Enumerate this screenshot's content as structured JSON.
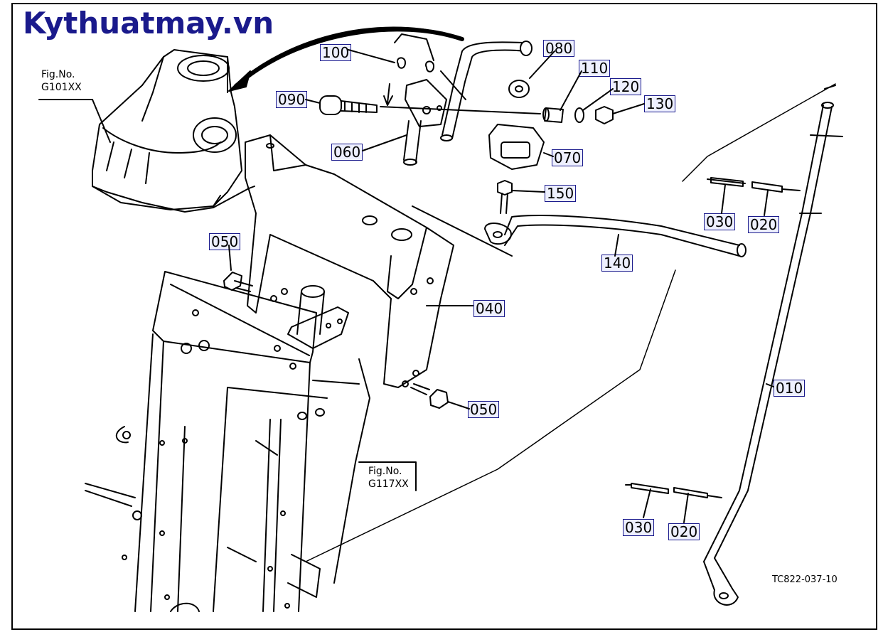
{
  "brand": "Kythuatmay.vn",
  "refs": [
    {
      "id": "fig-ref-top",
      "label": "Fig.No.",
      "value": "G101XX"
    },
    {
      "id": "fig-ref-bottom",
      "label": "Fig.No.",
      "value": "G117XX"
    }
  ],
  "drawing_code": "TC822-037-10",
  "parts": [
    "100",
    "080",
    "110",
    "120",
    "130",
    "090",
    "060",
    "070",
    "150",
    "030",
    "020",
    "050",
    "140",
    "040",
    "010",
    "050",
    "030",
    "020"
  ],
  "colors": {
    "brand": "#1a1a8c",
    "label_fill": "#eef0ff"
  }
}
